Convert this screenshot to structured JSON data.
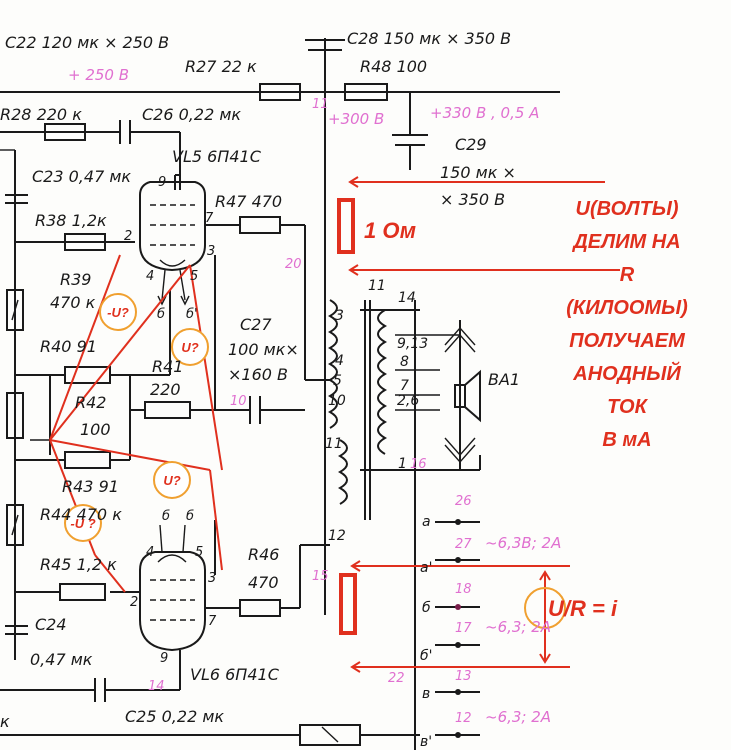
{
  "components": {
    "c22": "C22  120 мк × 250 В",
    "c22_volt": "+ 250 В",
    "c28": "C28  150 мк × 350 В",
    "r27": "R27  22 к",
    "r48": "R48  100",
    "r28": "R28  220 к",
    "c26": "C26  0,22 мк",
    "volt_300": "+300 В",
    "volt_330": "+330 В , 0,5 А",
    "c29_a": "C29",
    "c29_b": "150 мк ×",
    "c29_c": "× 350 В",
    "c23": "C23  0,47 мк",
    "vl5": "VL5  6П41С",
    "r47": "R47  470",
    "r38": "R38  1,2к",
    "r39_a": "R39",
    "r39_b": "470 к",
    "c27_a": "C27",
    "c27_b": "100 мк×",
    "c27_c": "×160 В",
    "r40": "R40  91",
    "r41": "R41",
    "r42_a": "R42",
    "r42_b": "100",
    "v220": "220",
    "r43": "R43  91",
    "r44": "R44  470 к",
    "r45": "R45  1,2 к",
    "r46_a": "R46",
    "r46_b": "470",
    "c24_a": "C24",
    "c24_b": "0,47 мк",
    "vl6": "VL6  6П41С",
    "c25": "C25  0,22 мк",
    "ba1": "BA1",
    "k_left": "к"
  },
  "pins": {
    "p9a": "9",
    "p7a": "7",
    "p2a": "2",
    "p3a": "3",
    "p4a": "4",
    "p5a": "5",
    "p6a": "б",
    "p6b": "б'",
    "p6c": "б",
    "p6d": "б",
    "p4b": "4",
    "p5b": "5",
    "p2b": "2",
    "p3b": "3",
    "p7b": "7",
    "p9b": "9"
  },
  "transformer": {
    "t11": "11",
    "t3": "3",
    "t4": "4",
    "t5": "5",
    "t10": "10",
    "t11b": "11",
    "t12": "12",
    "t14": "14",
    "t913": "9,13",
    "t8": "8",
    "t7": "7",
    "t26": "2,6",
    "t1": "1"
  },
  "outputs": {
    "a": "а",
    "a2": "а'",
    "b": "б",
    "b2": "б'",
    "v": "в",
    "v2": "в'",
    "ac1": "~6,3В; 2А",
    "ac2": "~6,3; 2А",
    "ac3": "~6,3; 2А"
  },
  "pink_numbers": {
    "n11": "11",
    "n20": "20",
    "n10": "10",
    "n26": "26",
    "n27": "27",
    "n18": "18",
    "n17": "17",
    "n13": "13",
    "n12": "12",
    "n15": "15",
    "n14": "14",
    "n22": "22",
    "n16": "16"
  },
  "annotations": {
    "one_ohm": "1 Ом",
    "explain": [
      "U(ВОЛТЫ)",
      "ДЕЛИМ НА",
      "R",
      "(КИЛООМЫ)",
      "ПОЛУЧАЕМ",
      "АНОДНЫЙ",
      "ТОК",
      "В мА"
    ],
    "formula": "U/R = i",
    "u_badges": [
      "-U?",
      "U?",
      "U?",
      "-U ?"
    ]
  }
}
